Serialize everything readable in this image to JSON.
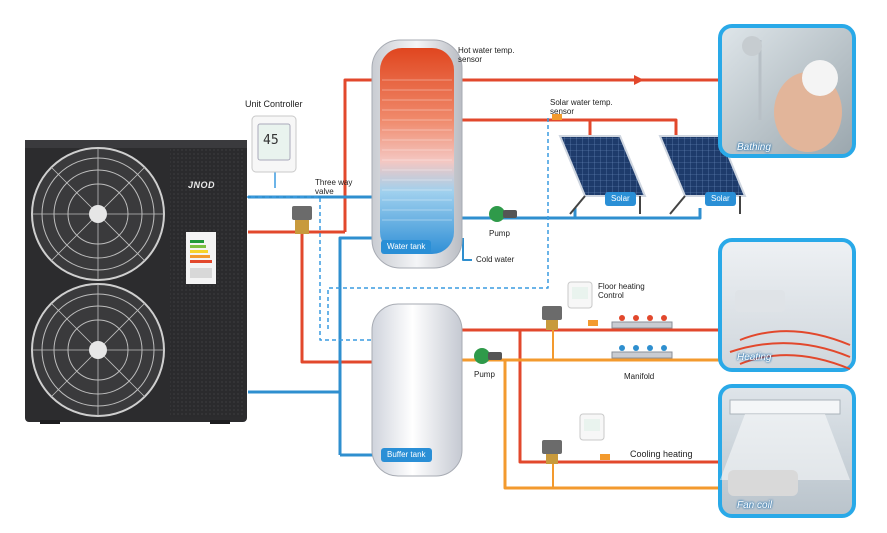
{
  "labels": {
    "unit_controller": "Unit Controller",
    "three_way_valve": "Three way valve",
    "hot_water_sensor": "Hot water temp. sensor",
    "solar_water_sensor": "Solar water temp. sensor",
    "water_tank": "Water tank",
    "buffer_tank": "Buffer tank",
    "cold_water": "Cold water",
    "pump": "Pump",
    "solar": "Solar",
    "floor_heating_control": "Floor heating Control",
    "manifold": "Manifold",
    "cooling_heating": "Cooling heating",
    "brand": "JNOD",
    "controller_display": "45"
  },
  "photos": {
    "bathing": "Bathing",
    "heating": "Heating",
    "fan_coil": "Fan coil"
  },
  "colors": {
    "hot_pipe": "#e2482c",
    "cold_pipe": "#2f8fcf",
    "orange_pipe": "#f39a2e",
    "dashed": "#3a9be0",
    "frame": "#29a9e8"
  }
}
